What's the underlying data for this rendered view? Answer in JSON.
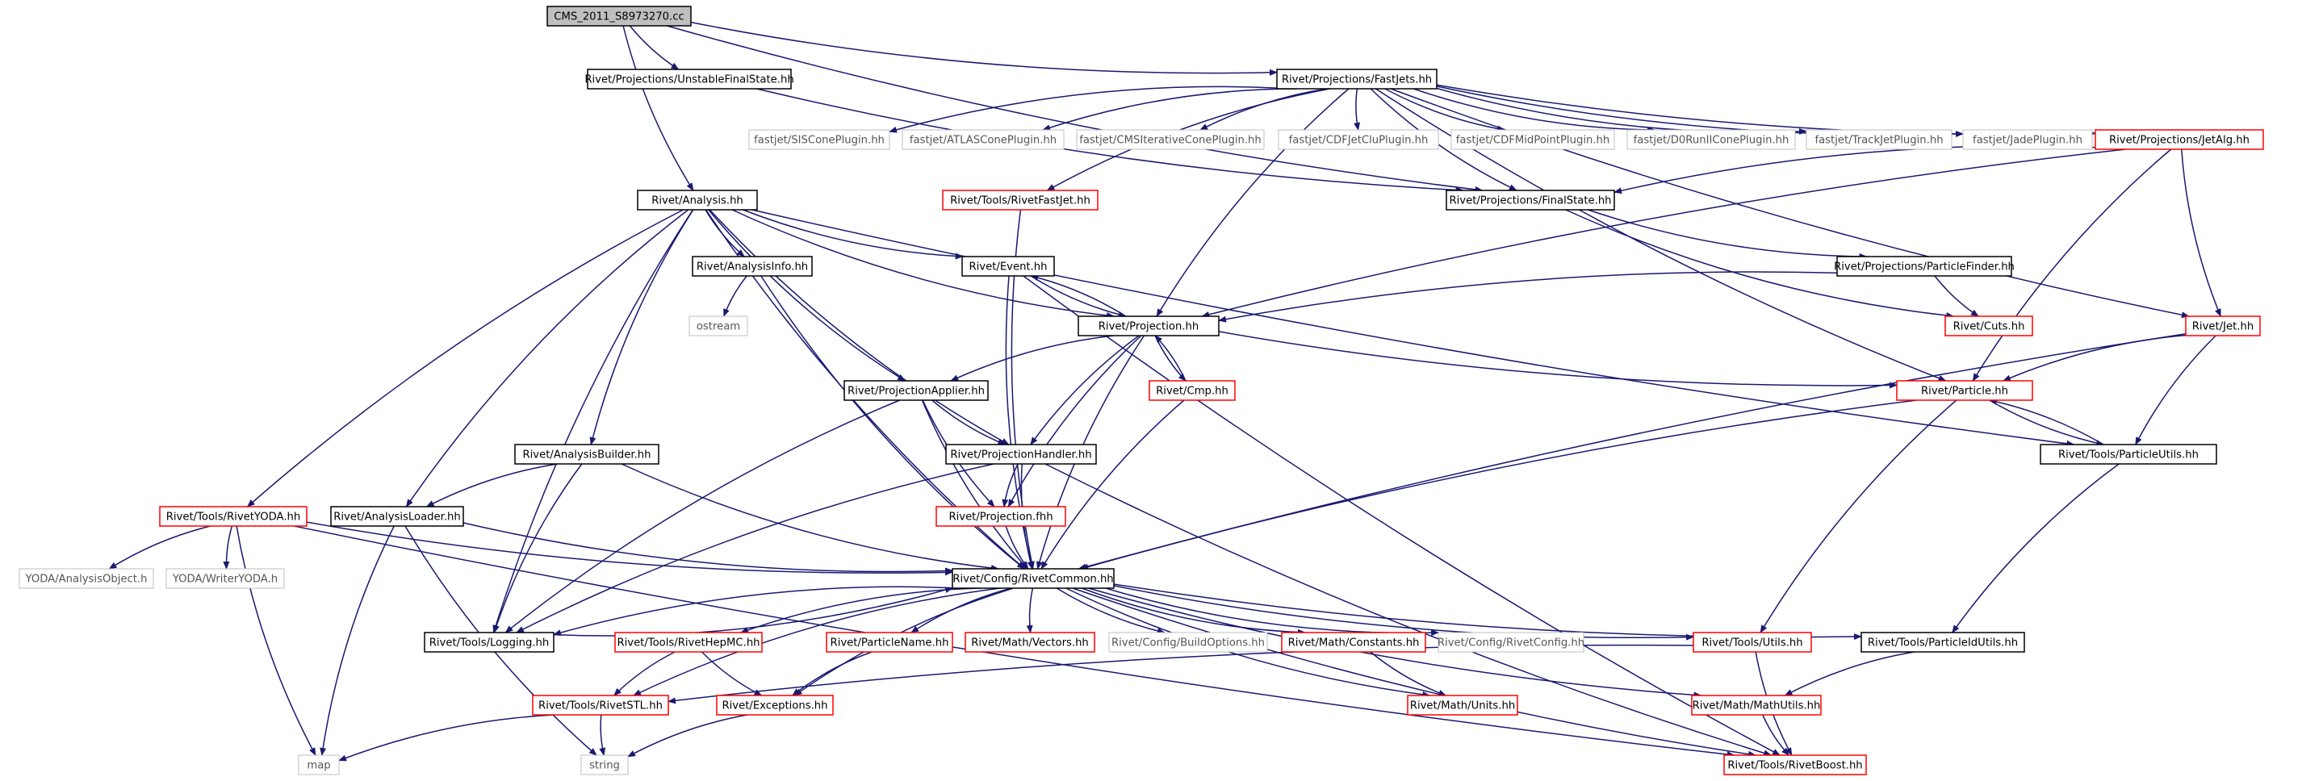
{
  "graph": {
    "colors": {
      "root_fill": "#bfbfbf",
      "documented": "#000000",
      "truncated": "#ff0000",
      "external": "#bfbfbf",
      "edge": "#191970",
      "text": "#000000",
      "text_external": "#555555"
    },
    "nodes": [
      {
        "id": "root",
        "label": "CMS_2011_S8973270.cc",
        "kind": "root"
      },
      {
        "id": "fastjets",
        "label": "Rivet/Projections/FastJets.hh",
        "kind": "documented"
      },
      {
        "id": "unstable",
        "label": "Rivet/Projections/UnstableFinalState.hh",
        "kind": "documented"
      },
      {
        "id": "sis",
        "label": "fastjet/SISConePlugin.hh",
        "kind": "external"
      },
      {
        "id": "atlas",
        "label": "fastjet/ATLASConePlugin.hh",
        "kind": "external"
      },
      {
        "id": "cmsit",
        "label": "fastjet/CMSIterativeConePlugin.hh",
        "kind": "external"
      },
      {
        "id": "cdfjetclu",
        "label": "fastjet/CDFJetCluPlugin.hh",
        "kind": "external"
      },
      {
        "id": "cdfmid",
        "label": "fastjet/CDFMidPointPlugin.hh",
        "kind": "external"
      },
      {
        "id": "d0run",
        "label": "fastjet/D0RunIIConePlugin.hh",
        "kind": "external"
      },
      {
        "id": "trackjet",
        "label": "fastjet/TrackJetPlugin.hh",
        "kind": "external"
      },
      {
        "id": "jade",
        "label": "fastjet/JadePlugin.hh",
        "kind": "external"
      },
      {
        "id": "jetalg",
        "label": "Rivet/Projections/JetAlg.hh",
        "kind": "truncated"
      },
      {
        "id": "analysis",
        "label": "Rivet/Analysis.hh",
        "kind": "documented"
      },
      {
        "id": "rivetfastjet",
        "label": "Rivet/Tools/RivetFastJet.hh",
        "kind": "truncated"
      },
      {
        "id": "finalstate",
        "label": "Rivet/Projections/FinalState.hh",
        "kind": "documented"
      },
      {
        "id": "analysisinfo",
        "label": "Rivet/AnalysisInfo.hh",
        "kind": "documented"
      },
      {
        "id": "event",
        "label": "Rivet/Event.hh",
        "kind": "documented"
      },
      {
        "id": "particlefinder",
        "label": "Rivet/Projections/ParticleFinder.hh",
        "kind": "documented"
      },
      {
        "id": "ostream",
        "label": "ostream",
        "kind": "external"
      },
      {
        "id": "projection",
        "label": "Rivet/Projection.hh",
        "kind": "documented"
      },
      {
        "id": "cuts",
        "label": "Rivet/Cuts.hh",
        "kind": "truncated"
      },
      {
        "id": "jet",
        "label": "Rivet/Jet.hh",
        "kind": "truncated"
      },
      {
        "id": "projapplier",
        "label": "Rivet/ProjectionApplier.hh",
        "kind": "documented"
      },
      {
        "id": "cmp",
        "label": "Rivet/Cmp.hh",
        "kind": "truncated"
      },
      {
        "id": "particle",
        "label": "Rivet/Particle.hh",
        "kind": "truncated"
      },
      {
        "id": "analysisbuilder",
        "label": "Rivet/AnalysisBuilder.hh",
        "kind": "documented"
      },
      {
        "id": "projhandler",
        "label": "Rivet/ProjectionHandler.hh",
        "kind": "documented"
      },
      {
        "id": "particleutils",
        "label": "Rivet/Tools/ParticleUtils.hh",
        "kind": "documented"
      },
      {
        "id": "rivetyoda",
        "label": "Rivet/Tools/RivetYODA.hh",
        "kind": "truncated"
      },
      {
        "id": "analysisloader",
        "label": "Rivet/AnalysisLoader.hh",
        "kind": "documented"
      },
      {
        "id": "projfhh",
        "label": "Rivet/Projection.fhh",
        "kind": "truncated"
      },
      {
        "id": "yodaao",
        "label": "YODA/AnalysisObject.h",
        "kind": "external"
      },
      {
        "id": "yodawriter",
        "label": "YODA/WriterYODA.h",
        "kind": "external"
      },
      {
        "id": "rivetcommon",
        "label": "Rivet/Config/RivetCommon.hh",
        "kind": "documented"
      },
      {
        "id": "logging",
        "label": "Rivet/Tools/Logging.hh",
        "kind": "documented"
      },
      {
        "id": "rivethepmc",
        "label": "Rivet/Tools/RivetHepMC.hh",
        "kind": "truncated"
      },
      {
        "id": "particlename",
        "label": "Rivet/ParticleName.hh",
        "kind": "truncated"
      },
      {
        "id": "vectors",
        "label": "Rivet/Math/Vectors.hh",
        "kind": "truncated"
      },
      {
        "id": "buildoptions",
        "label": "Rivet/Config/BuildOptions.hh",
        "kind": "external"
      },
      {
        "id": "constants",
        "label": "Rivet/Math/Constants.hh",
        "kind": "truncated"
      },
      {
        "id": "rivetconfig",
        "label": "Rivet/Config/RivetConfig.hh",
        "kind": "external"
      },
      {
        "id": "utils",
        "label": "Rivet/Tools/Utils.hh",
        "kind": "truncated"
      },
      {
        "id": "particleidutils",
        "label": "Rivet/Tools/ParticleIdUtils.hh",
        "kind": "documented"
      },
      {
        "id": "rivetstl",
        "label": "Rivet/Tools/RivetSTL.hh",
        "kind": "truncated"
      },
      {
        "id": "exceptions",
        "label": "Rivet/Exceptions.hh",
        "kind": "truncated"
      },
      {
        "id": "units",
        "label": "Rivet/Math/Units.hh",
        "kind": "truncated"
      },
      {
        "id": "mathutils",
        "label": "Rivet/Math/MathUtils.hh",
        "kind": "truncated"
      },
      {
        "id": "map",
        "label": "map",
        "kind": "external"
      },
      {
        "id": "string",
        "label": "string",
        "kind": "external"
      },
      {
        "id": "rivetboost",
        "label": "Rivet/Tools/RivetBoost.hh",
        "kind": "truncated"
      }
    ],
    "edges": [
      [
        "root",
        "unstable"
      ],
      [
        "root",
        "fastjets"
      ],
      [
        "root",
        "analysis"
      ],
      [
        "root",
        "finalstate"
      ],
      [
        "unstable",
        "finalstate"
      ],
      [
        "fastjets",
        "sis"
      ],
      [
        "fastjets",
        "atlas"
      ],
      [
        "fastjets",
        "cmsit"
      ],
      [
        "fastjets",
        "cdfjetclu"
      ],
      [
        "fastjets",
        "cdfmid"
      ],
      [
        "fastjets",
        "d0run"
      ],
      [
        "fastjets",
        "trackjet"
      ],
      [
        "fastjets",
        "jade"
      ],
      [
        "fastjets",
        "jetalg"
      ],
      [
        "fastjets",
        "rivetfastjet"
      ],
      [
        "fastjets",
        "finalstate"
      ],
      [
        "fastjets",
        "projection"
      ],
      [
        "fastjets",
        "jet"
      ],
      [
        "fastjets",
        "particle"
      ],
      [
        "jetalg",
        "finalstate"
      ],
      [
        "jetalg",
        "projection"
      ],
      [
        "jetalg",
        "jet"
      ],
      [
        "jetalg",
        "particle"
      ],
      [
        "analysis",
        "analysisinfo"
      ],
      [
        "analysis",
        "event"
      ],
      [
        "analysis",
        "projection"
      ],
      [
        "analysis",
        "projapplier"
      ],
      [
        "analysis",
        "projhandler"
      ],
      [
        "analysis",
        "analysisbuilder"
      ],
      [
        "analysis",
        "analysisloader"
      ],
      [
        "analysis",
        "rivetyoda"
      ],
      [
        "analysis",
        "rivetcommon"
      ],
      [
        "analysis",
        "logging"
      ],
      [
        "analysis",
        "particleutils"
      ],
      [
        "rivetfastjet",
        "rivetcommon"
      ],
      [
        "finalstate",
        "particlefinder"
      ],
      [
        "finalstate",
        "cuts"
      ],
      [
        "particlefinder",
        "projection"
      ],
      [
        "particlefinder",
        "cuts"
      ],
      [
        "analysisinfo",
        "ostream"
      ],
      [
        "analysisinfo",
        "rivetcommon"
      ],
      [
        "event",
        "projection"
      ],
      [
        "event",
        "rivetcommon"
      ],
      [
        "event",
        "rivetboost"
      ],
      [
        "projection",
        "event"
      ],
      [
        "projection",
        "projapplier"
      ],
      [
        "projection",
        "cmp"
      ],
      [
        "projection",
        "projhandler"
      ],
      [
        "projection",
        "particle"
      ],
      [
        "projection",
        "projfhh"
      ],
      [
        "projection",
        "rivetcommon"
      ],
      [
        "cmp",
        "projection"
      ],
      [
        "cmp",
        "rivetcommon"
      ],
      [
        "jet",
        "particle"
      ],
      [
        "jet",
        "particleutils"
      ],
      [
        "jet",
        "rivetcommon"
      ],
      [
        "particle",
        "particleutils"
      ],
      [
        "particle",
        "rivetcommon"
      ],
      [
        "particle",
        "utils"
      ],
      [
        "particleutils",
        "particle"
      ],
      [
        "particleutils",
        "particleidutils"
      ],
      [
        "projapplier",
        "projhandler"
      ],
      [
        "projapplier",
        "projfhh"
      ],
      [
        "projapplier",
        "rivetcommon"
      ],
      [
        "projapplier",
        "logging"
      ],
      [
        "analysisbuilder",
        "analysisloader"
      ],
      [
        "analysisbuilder",
        "rivetcommon"
      ],
      [
        "analysisbuilder",
        "logging"
      ],
      [
        "projhandler",
        "projfhh"
      ],
      [
        "projhandler",
        "rivetcommon"
      ],
      [
        "projhandler",
        "logging"
      ],
      [
        "projhandler",
        "rivetboost"
      ],
      [
        "rivetyoda",
        "yodaao"
      ],
      [
        "rivetyoda",
        "yodawriter"
      ],
      [
        "rivetyoda",
        "rivetcommon"
      ],
      [
        "rivetyoda",
        "map"
      ],
      [
        "rivetyoda",
        "rivetboost"
      ],
      [
        "analysisloader",
        "rivetcommon"
      ],
      [
        "analysisloader",
        "map"
      ],
      [
        "analysisloader",
        "string"
      ],
      [
        "projfhh",
        "rivetcommon"
      ],
      [
        "rivetcommon",
        "logging"
      ],
      [
        "rivetcommon",
        "rivethepmc"
      ],
      [
        "rivetcommon",
        "particlename"
      ],
      [
        "rivetcommon",
        "vectors"
      ],
      [
        "rivetcommon",
        "buildoptions"
      ],
      [
        "rivetcommon",
        "constants"
      ],
      [
        "rivetcommon",
        "rivetconfig"
      ],
      [
        "rivetcommon",
        "utils"
      ],
      [
        "rivetcommon",
        "particleidutils"
      ],
      [
        "rivetcommon",
        "rivetstl"
      ],
      [
        "rivetcommon",
        "exceptions"
      ],
      [
        "rivetcommon",
        "units"
      ],
      [
        "rivetcommon",
        "mathutils"
      ],
      [
        "rivetcommon",
        "rivetboost"
      ],
      [
        "logging",
        "rivetcommon"
      ],
      [
        "rivethepmc",
        "rivetstl"
      ],
      [
        "rivethepmc",
        "exceptions"
      ],
      [
        "particlename",
        "exceptions"
      ],
      [
        "constants",
        "units"
      ],
      [
        "utils",
        "rivetstl"
      ],
      [
        "utils",
        "rivetboost"
      ],
      [
        "particleidutils",
        "mathutils"
      ],
      [
        "rivetstl",
        "map"
      ],
      [
        "rivetstl",
        "string"
      ],
      [
        "exceptions",
        "string"
      ],
      [
        "mathutils",
        "rivetboost"
      ]
    ]
  }
}
